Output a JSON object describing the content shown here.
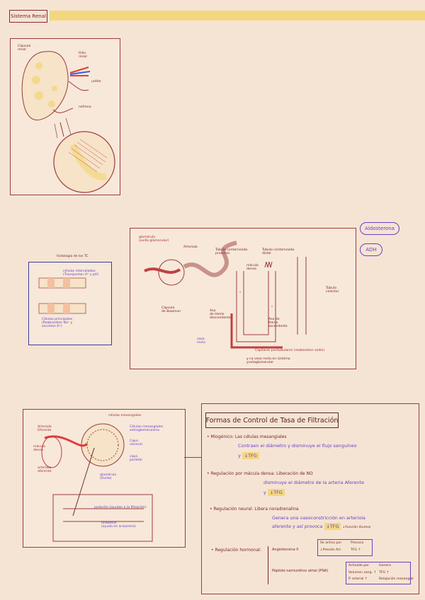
{
  "header": {
    "title": "Sistema Renal"
  },
  "kidney": {
    "labels": {
      "capsule": "Cápsula\nrenal",
      "hilum": "Hilio\nrenal",
      "ureter": "uréter",
      "nephron": "nefrona"
    }
  },
  "histology": {
    "title": "histología de los TC",
    "top_label": "células intercaladas\n(Transportan H⁺ y pH)",
    "bottom_label": "Células principales\n(Reabsorben Na⁺ y\nsecretan K⁺)"
  },
  "nephron": {
    "labels": {
      "glomerulus": "glomérulo\n(ovillo glomerular)",
      "arteriole": "Arteriola",
      "capsule": "Cápsula\nde Bowman",
      "proximal": "Túbulo contorneado\nproximal",
      "distal": "Túbulo contorneado\ndistal",
      "dense": "mácula\ndensa",
      "desc": "Asa\nde Henle\ndescendente",
      "asc": "Asa de\nHenle\nascendente",
      "vasa": "vasa\nrecta",
      "collector": "Túbulo\ncolector",
      "peritub": "Capilares peritubulares (reabsorben sodio)",
      "peritub2": "y ca vasa recta en sistema\nyuxtaglomerular"
    },
    "hormones": {
      "aldosterone": "Aldosterona",
      "adh": "ADH"
    }
  },
  "jga": {
    "labels": {
      "mesangial": "células mesangiales",
      "efferent": "Arteriola\nEferente",
      "macula": "mácula\ndensa",
      "afferent": "arteriola\naferente",
      "mesangial_extra": "Células mesangiales\nextraglomerulares",
      "capsule_vis": "Capa\nvisceral",
      "capsule_par": "capa\nparietal",
      "glomerulus": "glomérulo\n(Ovillo)",
      "podocyte": "podocito (ayudan a la filtración)",
      "endothelium": "endotelio\n(ayuda en la barrera)"
    }
  },
  "control": {
    "title": "Formas de Control de Tasa de Filtración",
    "items": [
      {
        "head": "Miogénico: Las células mesangiales",
        "line1": "Contraen el diámetro y disminuye el flujo sanguíneo",
        "line2": "y",
        "hl": "↓TFG"
      },
      {
        "head": "Regulación por mácula densa:",
        "head2": "Liberación de NO",
        "line1": "disminuye el diámetro de la arteria Aferente",
        "line2": "y",
        "hl": "↓TFG"
      },
      {
        "head": "Regulación neural:",
        "head2": "Libera noradrenalina",
        "line1": "Genera una vasoconstricción en arteriola",
        "line2": "aferente y así provoca",
        "hl": "↓TFG",
        "tail": "↓Función diurese"
      },
      {
        "head": "Regulación hormonal:",
        "sub1": "Angiotensina II",
        "sub2": "Péptido natriurético atrial (PNA)"
      }
    ],
    "table1": {
      "h1": "Se activa por",
      "h2": "Provoca",
      "r1": "↓Presión Art.",
      "r2": "TFG ↑"
    },
    "table2": {
      "h1": "Activado por",
      "h2": "Genera",
      "r1": "Volumen sang. ↑",
      "r2": "TFG ↑",
      "r3": "P. arterial ↑",
      "r4": "Relajación mesangial"
    }
  }
}
